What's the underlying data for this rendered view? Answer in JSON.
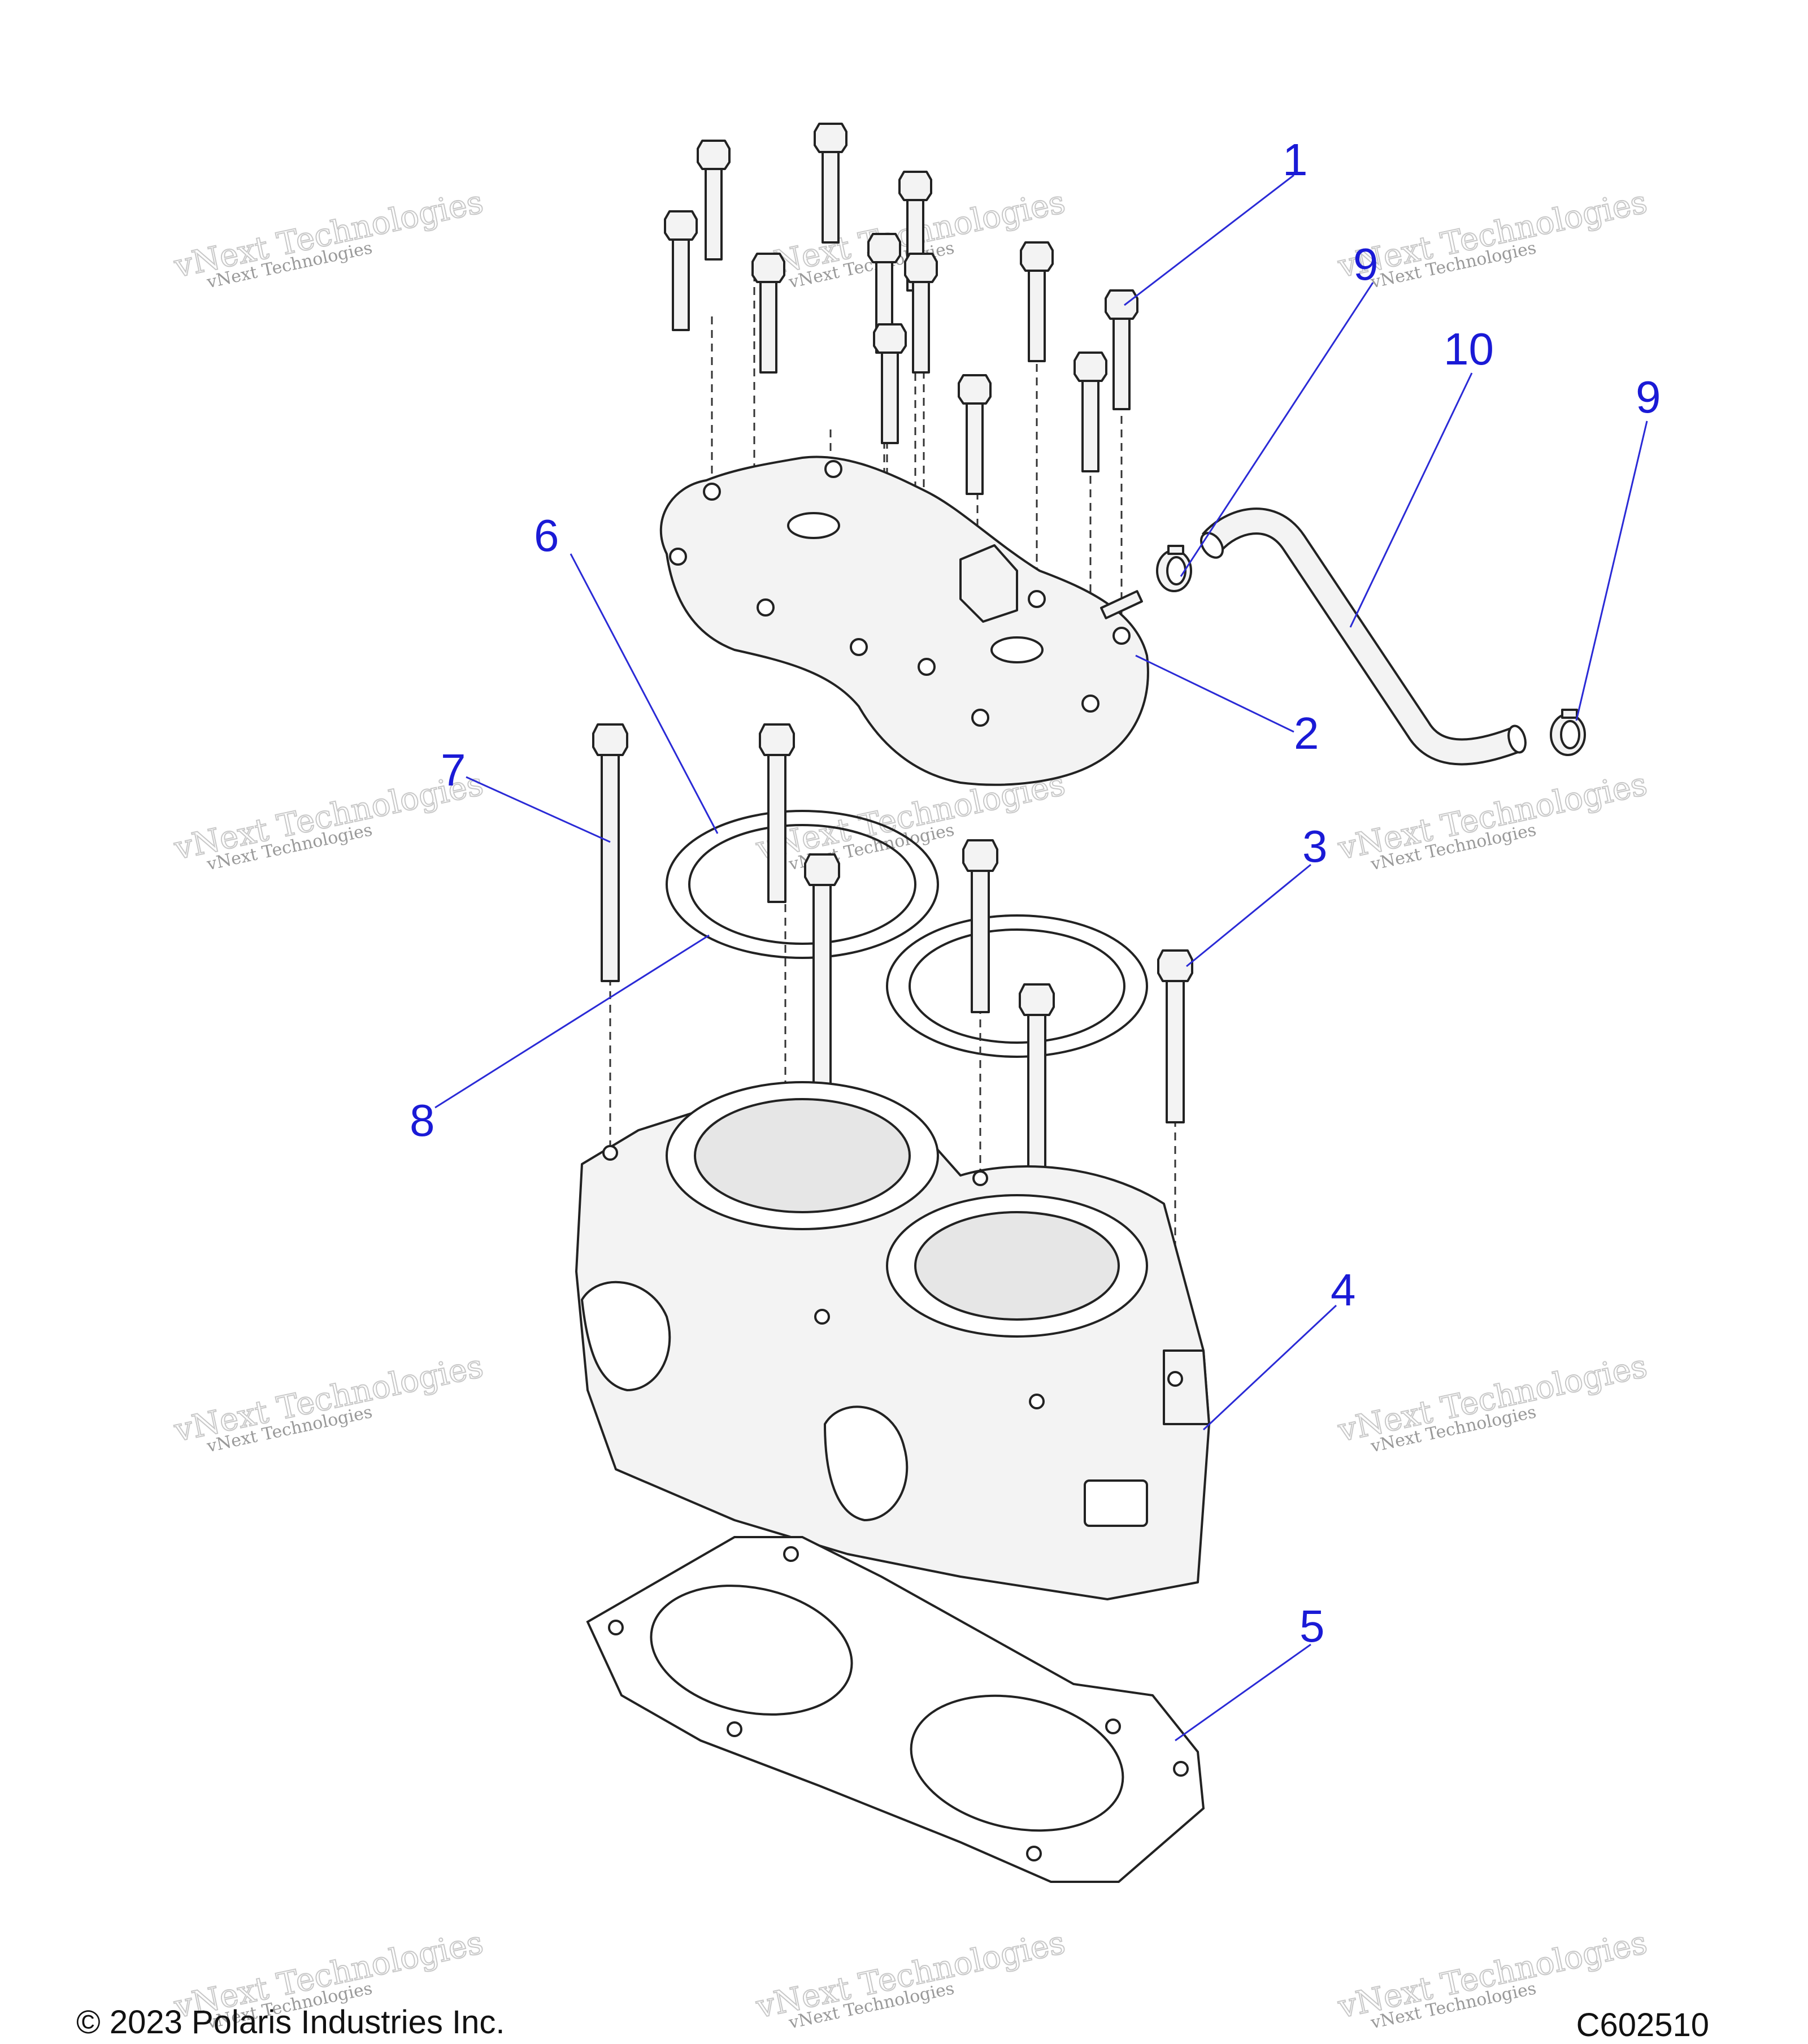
{
  "callouts": [
    "1",
    "2",
    "3",
    "4",
    "5",
    "6",
    "7",
    "8",
    "9",
    "10",
    "9"
  ],
  "watermark": "vNext Technologies",
  "footer": {
    "copyright": "© 2023 Polaris Industries Inc.",
    "diagram_id": "C602510"
  }
}
